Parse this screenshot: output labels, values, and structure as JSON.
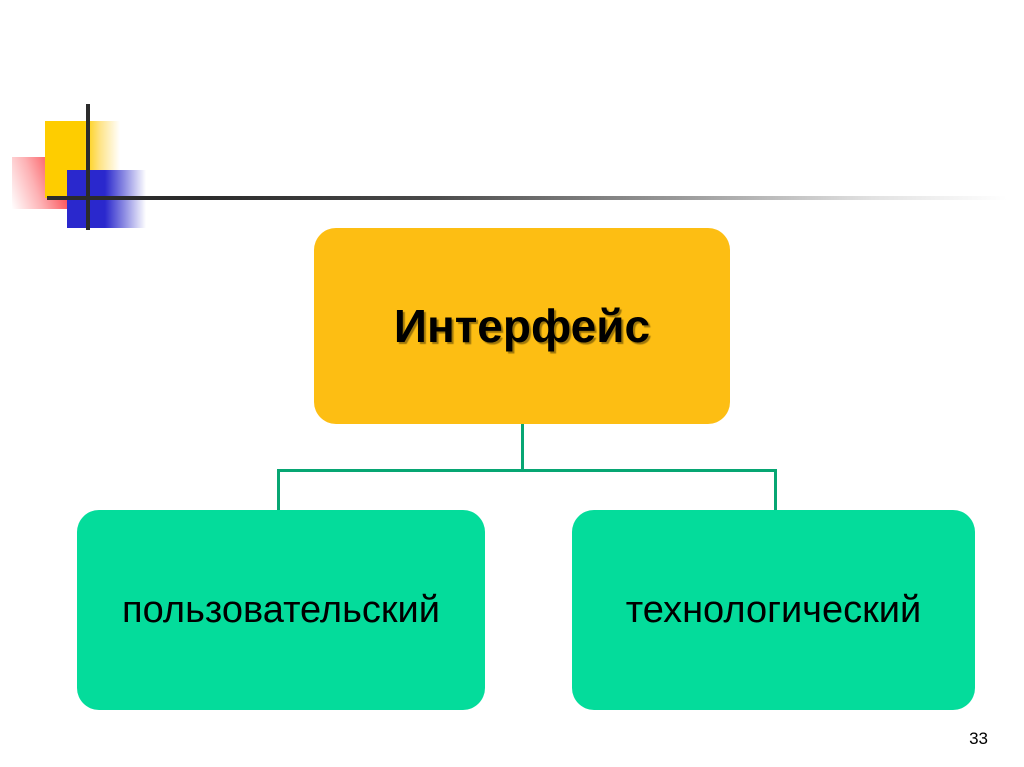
{
  "slide": {
    "page_number": "33",
    "decoration": {
      "name": "corner-accent-motif",
      "colors": {
        "red": "#fb2b32",
        "yellow": "#fecd00",
        "blue": "#2a28cd",
        "rule": "#2b2b2b"
      }
    },
    "diagram": {
      "type": "hierarchy",
      "root": {
        "label": "Интерфейс",
        "fill": "#fdbe13",
        "text_color": "#000000"
      },
      "connector_color": "#07a673",
      "children": [
        {
          "label": "пользовательский",
          "fill": "#04dc9b",
          "text_color": "#000000"
        },
        {
          "label": "технологический",
          "fill": "#04dc9b",
          "text_color": "#000000"
        }
      ]
    }
  }
}
